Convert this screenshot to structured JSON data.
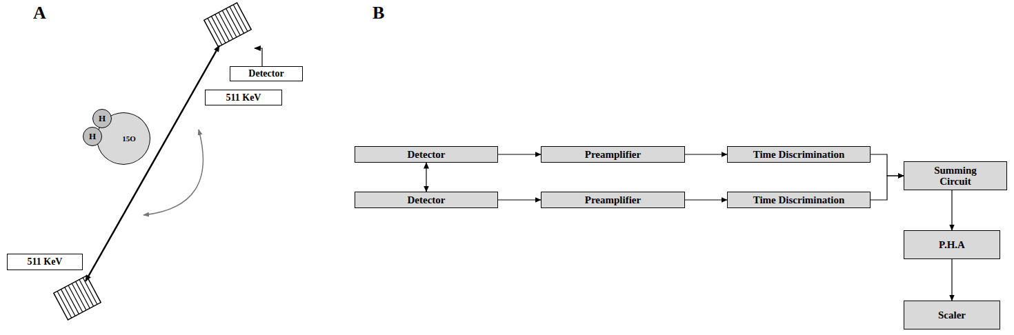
{
  "diagram": {
    "nodes": [
      {
        "text": [
          "Detector"
        ]
      },
      {
        "text": [
          "511 KeV"
        ]
      },
      {
        "text": [
          "H"
        ]
      },
      {
        "text": [
          "H"
        ]
      },
      {
        "text": [
          "15O"
        ]
      },
      {
        "text": [
          "511 KeV"
        ]
      },
      {
        "text": [
          "Detector"
        ]
      },
      {
        "text": [
          "Preamplifier"
        ]
      },
      {
        "text": [
          "Time Discrimination"
        ]
      },
      {
        "text": [
          "Detector"
        ]
      },
      {
        "text": [
          "Preamplifier"
        ]
      },
      {
        "text": [
          "Time Discrimination"
        ]
      },
      {
        "text": [
          "Summing Circuit"
        ]
      },
      {
        "text": [
          "P.H.A"
        ]
      },
      {
        "text": [
          "Scaler"
        ]
      }
    ],
    "edges": [
      {
        "from": 6,
        "to": 7,
        "arrow": "to"
      },
      {
        "from": 7,
        "to": 8,
        "arrow": "to"
      },
      {
        "from": 9,
        "to": 10,
        "arrow": "to"
      },
      {
        "from": 10,
        "to": 11,
        "arrow": "to"
      },
      {
        "from": 8,
        "to": 12,
        "arrow": "to"
      },
      {
        "from": 11,
        "to": 12,
        "arrow": "to"
      },
      {
        "from": 6,
        "to": 9,
        "arrow": "both"
      },
      {
        "from": 12,
        "to": 13,
        "arrow": "to"
      },
      {
        "from": 13,
        "to": 14,
        "arrow": "to"
      }
    ],
    "labels": [
      "A",
      "B"
    ]
  }
}
